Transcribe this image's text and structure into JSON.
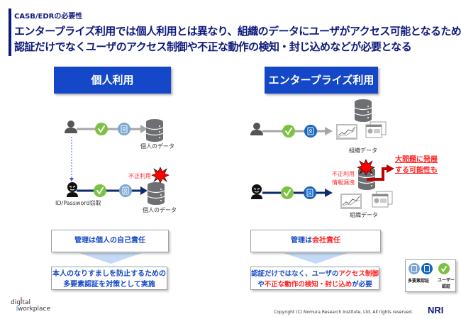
{
  "header": {
    "kicker": "CASB/EDRの必要性",
    "headline_line1": "エンタープライズ利用では個人利用とは異なり、組織のデータにユーザがアクセス可能となるため、",
    "headline_line2": "認証だけでなくユーザのアクセス制御や不正な動作の検知・封じ込めなどが必要となる"
  },
  "personal": {
    "title": "個人利用",
    "normal_data_label": "個人のデータ",
    "attack_data_label": "個人のデータ",
    "attacker_label": "ID/Password窃取",
    "misuse_label": "不正利用",
    "management_box": "管理は個人の自己責任",
    "measure_line1": "本人のなりすましを防止するための",
    "measure_line2": "多要素認証を対策として実施"
  },
  "enterprise": {
    "title": "エンタープライズ利用",
    "normal_data_label": "組織データ",
    "attack_data_label": "組織データ",
    "misuse_label": "不正利用",
    "leak_label": "情報漏洩",
    "warning_line1": "大問題に発展",
    "warning_line2": "する可能性も",
    "management_prefix": "管理は",
    "management_red": "会社責任",
    "measure_l1_a": "認証だけではなく、ユーザの",
    "measure_l1_b": "アクセス制御",
    "measure_l2_a": "や",
    "measure_l2_b": "不正な動作の検知・封じ込め",
    "measure_l2_c": "が必要"
  },
  "legend": {
    "mfa_label": "多要素認証",
    "user_auth_line1": "ユーザー",
    "user_auth_line2": "認証"
  },
  "footer": {
    "logo_line1": "digital",
    "logo_line2": "workplace",
    "copyright": "Copyright (C)  Nomura Research Institute,  Ltd. All rights reserved.",
    "brand": "NRI"
  },
  "colors": {
    "navy": "#0d1a7a",
    "section_blue": "#1448c8",
    "check_green": "#7cc242",
    "mfa_light": "#7ba7d1",
    "mfa_dark": "#1565c0",
    "alert_red": "#ff2020"
  }
}
